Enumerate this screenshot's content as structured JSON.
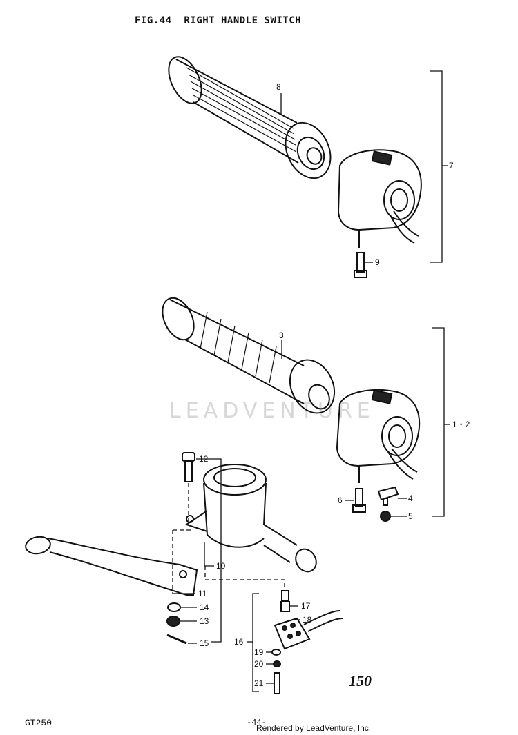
{
  "figure": {
    "title": "FIG.44  RIGHT HANDLE SWITCH",
    "watermark": "LEADVENTURE"
  },
  "callouts": {
    "c1_2": "1・2",
    "c3": "3",
    "c4": "4",
    "c5": "5",
    "c6": "6",
    "c7": "7",
    "c8": "8",
    "c9": "9",
    "c10": "10",
    "c11": "11",
    "c12": "12",
    "c13": "13",
    "c14": "14",
    "c15": "15",
    "c16": "16",
    "c17": "17",
    "c18": "18",
    "c19": "19",
    "c20": "20",
    "c21": "21"
  },
  "footer": {
    "page_code": "150",
    "model": "GT250",
    "page_number": "-44-",
    "credit": "Rendered by LeadVenture, Inc."
  }
}
